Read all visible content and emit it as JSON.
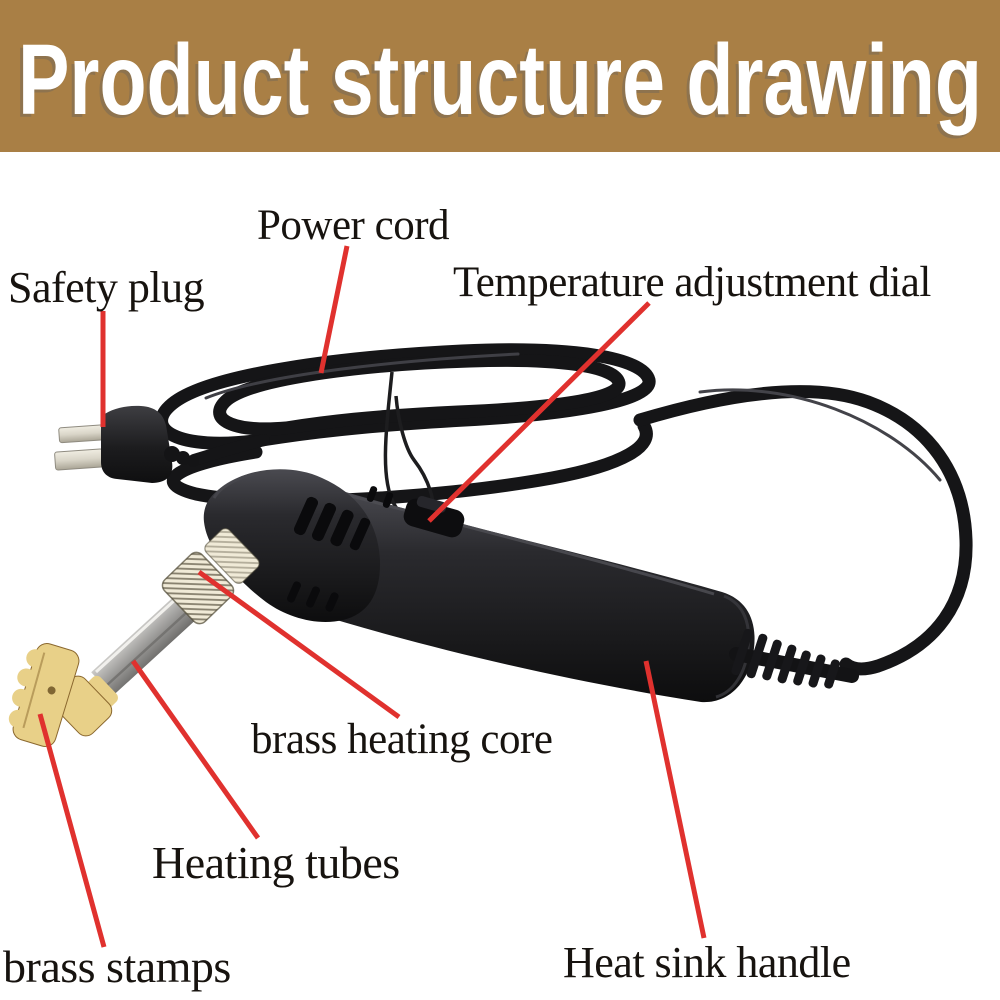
{
  "banner": {
    "title": "Product structure drawing"
  },
  "annotations": {
    "power_cord": "Power cord",
    "safety_plug": "Safety plug",
    "temperature_dial": "Temperature adjustment dial",
    "brass_heating_core": "brass heating core",
    "heating_tubes": "Heating tubes",
    "brass_stamps": "brass stamps",
    "heat_sink_handle": "Heat sink handle"
  },
  "illustration_parts": [
    "safety-plug",
    "power-cord-coil",
    "cable-tie",
    "power-cord-arc",
    "heat-sink-handle-body",
    "handle-head",
    "cooling-vents",
    "temperature-adjustment-dial",
    "strain-relief",
    "heating-tube",
    "brass-heating-core-nut",
    "brass-stamp"
  ],
  "colors": {
    "banner_background": "#a97f45",
    "banner_text": "#ffffff",
    "page_background": "#ffffff",
    "label_text": "#17130f",
    "callout_line": "#e0312e",
    "tool_body": "#232327",
    "cord_black": "#151517",
    "brass": "#c3a054",
    "metal": "#b9b8b5"
  }
}
